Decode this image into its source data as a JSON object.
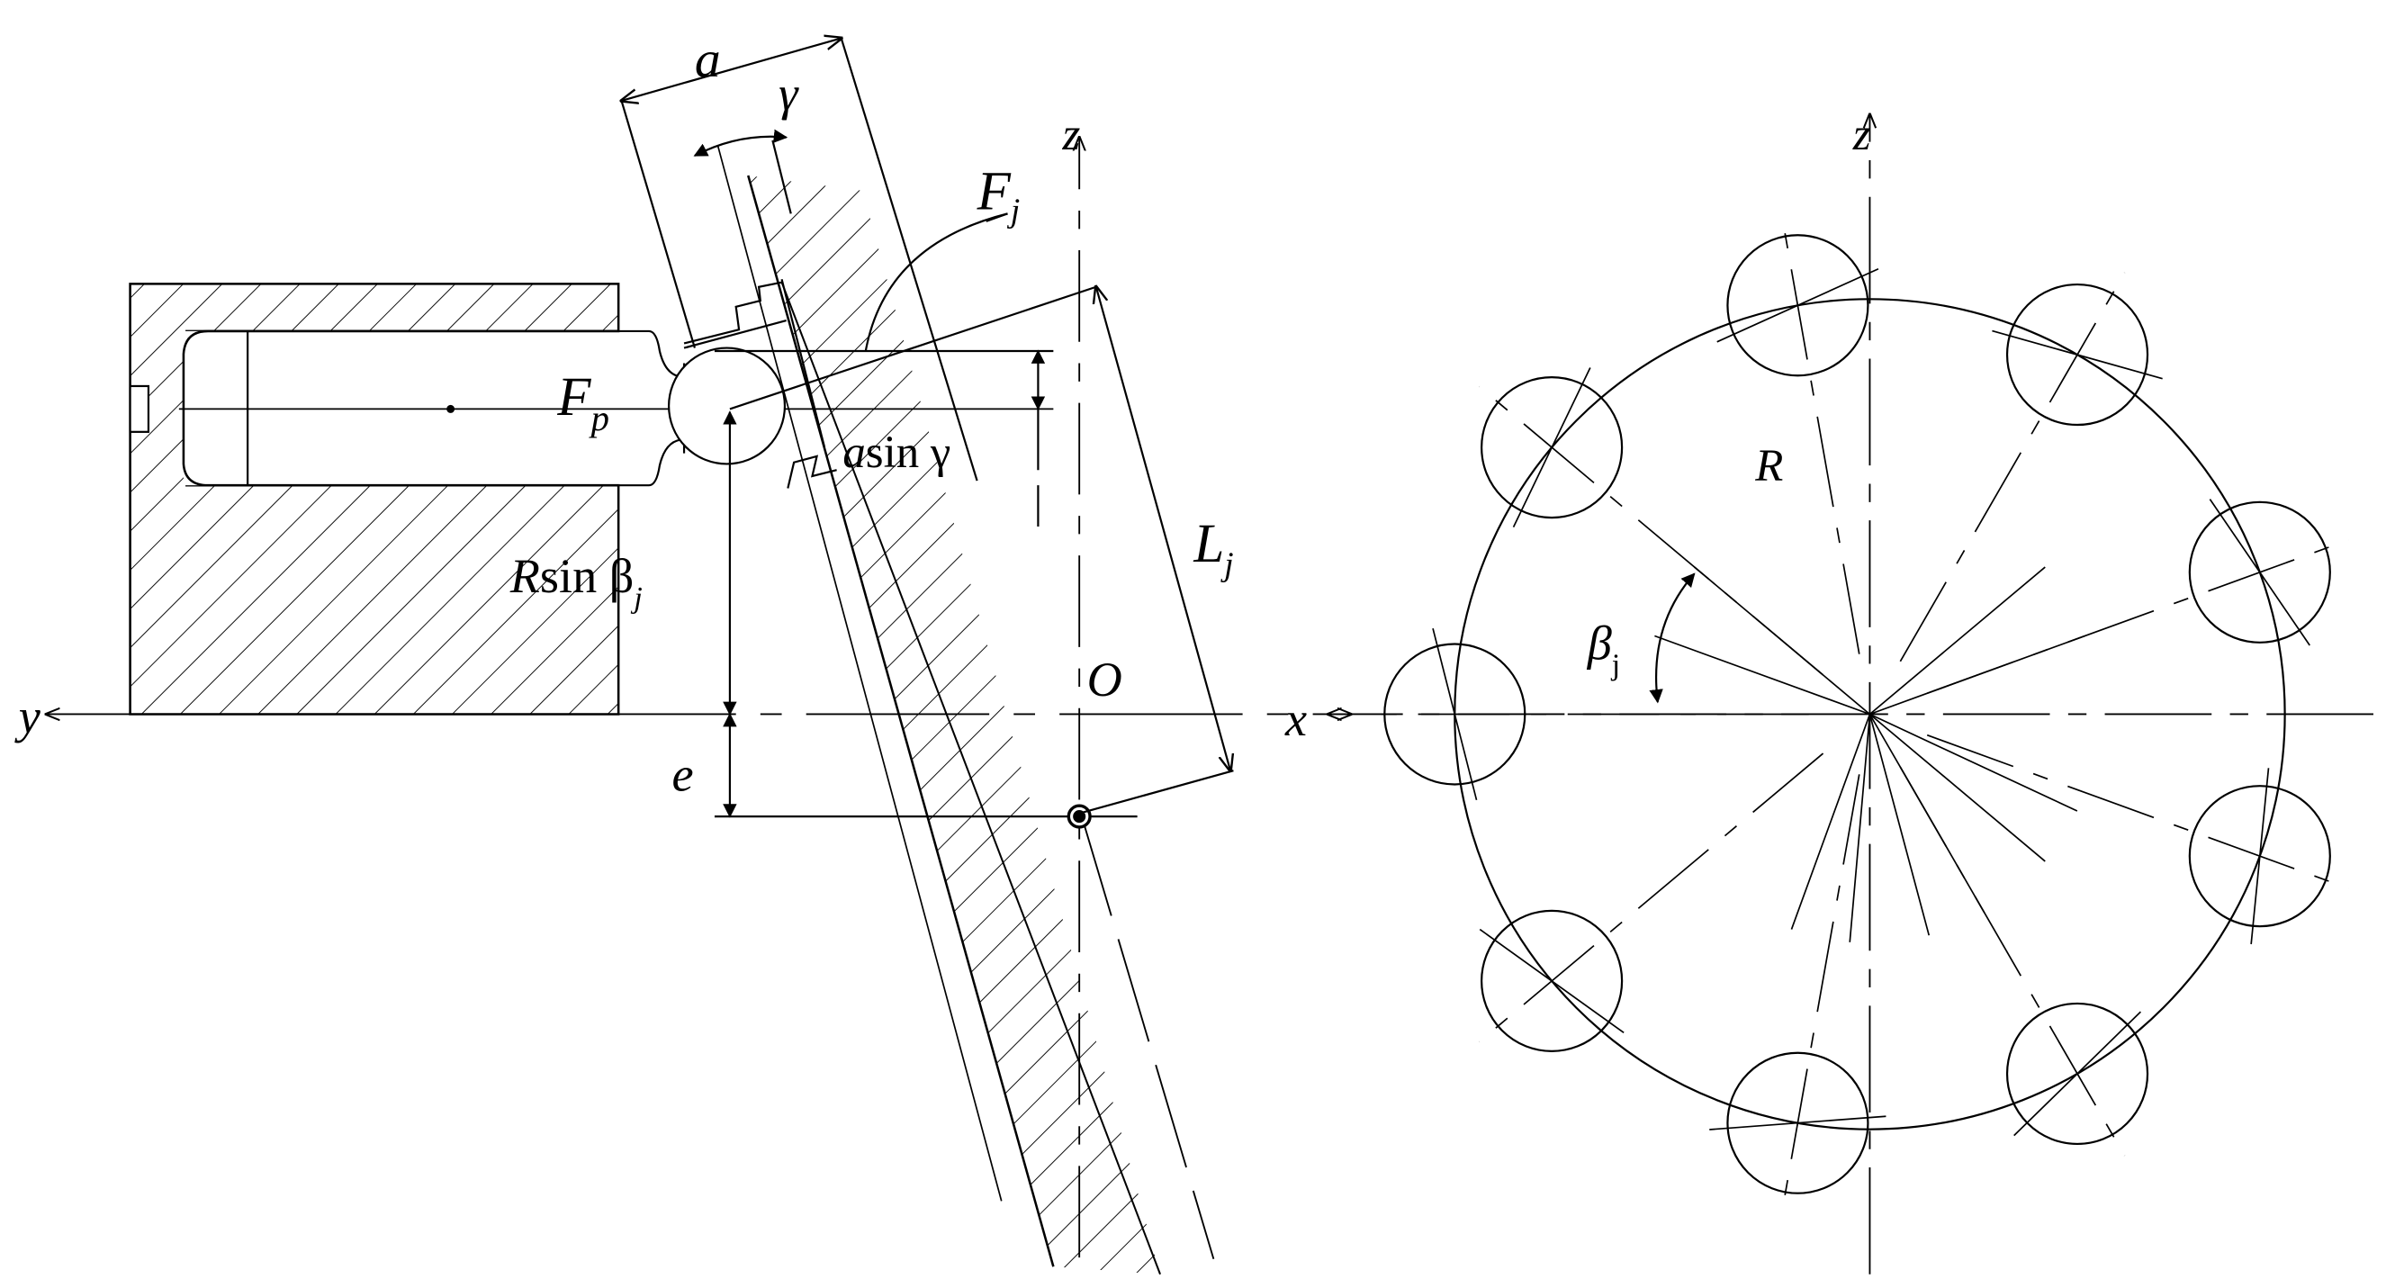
{
  "left_view": {
    "axis_labels": {
      "y": "y",
      "z": "z",
      "x": "x",
      "origin": "O"
    },
    "dims": {
      "a": "a",
      "gamma": "γ",
      "Fj_F": "F",
      "Fj_sub": "j",
      "Fp_F": "F",
      "Fp_sub": "p",
      "asin_a": "a",
      "asin_rest": "sin γ",
      "Lj_L": "L",
      "Lj_sub": "j",
      "Rsin_R": "R",
      "Rsin_mid": "sin β",
      "Rsin_sub": "j",
      "e": "e"
    }
  },
  "right_view": {
    "axis_labels": {
      "z": "z"
    },
    "radius_label": "R",
    "beta_label": "β",
    "beta_sub": "j",
    "piston_count": 9
  },
  "colors": {
    "ink": "#000000",
    "background": "#ffffff"
  }
}
